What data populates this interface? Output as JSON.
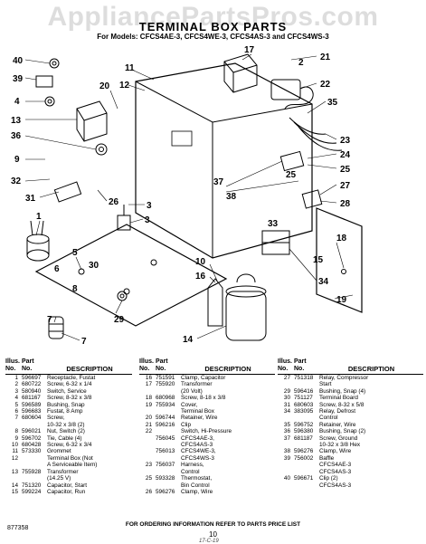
{
  "header": {
    "watermark": "AppliancePartsPros.com",
    "title": "TERMINAL BOX PARTS",
    "models": "For Models: CFCS4AE-3, CFCS4WE-3, CFCS4AS-3 and CFCS4WS-3"
  },
  "diagram": {
    "callouts": [
      "1",
      "2",
      "3",
      "4",
      "5",
      "6",
      "7",
      "8",
      "9",
      "10",
      "11",
      "12",
      "13",
      "14",
      "15",
      "16",
      "17",
      "18",
      "19",
      "20",
      "21",
      "22",
      "23",
      "24",
      "25",
      "26",
      "27",
      "28",
      "29",
      "30",
      "31",
      "32",
      "33",
      "34",
      "35",
      "36",
      "37",
      "38",
      "39",
      "40"
    ]
  },
  "table": {
    "headers": {
      "illus": "Illus.\nNo.",
      "part": "Part\nNo.",
      "description": "DESCRIPTION"
    },
    "columns": [
      [
        {
          "illus": "1",
          "part": "596697",
          "desc": "Receptacle, Fustat"
        },
        {
          "illus": "2",
          "part": "680722",
          "desc": "Screw, 6-32 x 1/4"
        },
        {
          "illus": "3",
          "part": "580940",
          "desc": "Switch, Service"
        },
        {
          "illus": "4",
          "part": "681167",
          "desc": "Screw, 8-32 x 3/8"
        },
        {
          "illus": "5",
          "part": "596589",
          "desc": "Bushing, Snap"
        },
        {
          "illus": "6",
          "part": "596683",
          "desc": "Fustat, 8 Amp"
        },
        {
          "illus": "7",
          "part": "680604",
          "desc": "Screw,\n10-32 x 3/8 (2)"
        },
        {
          "illus": "8",
          "part": "596021",
          "desc": "Nut, Switch (2)"
        },
        {
          "illus": "9",
          "part": "596702",
          "desc": "Tie, Cable (4)"
        },
        {
          "illus": "10",
          "part": "680428",
          "desc": "Screw, 6-32 x 3/4"
        },
        {
          "illus": "11",
          "part": "573330",
          "desc": "Grommet"
        },
        {
          "illus": "12",
          "part": "",
          "desc": "Terminal Box (Not\nA Serviceable Item)"
        },
        {
          "illus": "13",
          "part": "755928",
          "desc": "Transformer\n(14.25 V)"
        },
        {
          "illus": "14",
          "part": "751320",
          "desc": "Capacitor, Start"
        },
        {
          "illus": "15",
          "part": "599224",
          "desc": "Capacitor, Run"
        }
      ],
      [
        {
          "illus": "16",
          "part": "751591",
          "desc": "Clamp, Capacitor"
        },
        {
          "illus": "17",
          "part": "755920",
          "desc": "Transformer\n(20 Volt)"
        },
        {
          "illus": "18",
          "part": "680968",
          "desc": "Screw, 8-18 x 3/8"
        },
        {
          "illus": "19",
          "part": "755934",
          "desc": "Cover,\nTerminal Box"
        },
        {
          "illus": "20",
          "part": "596744",
          "desc": "Retainer, Wire"
        },
        {
          "illus": "21",
          "part": "596216",
          "desc": "Clip"
        },
        {
          "illus": "22",
          "part": "",
          "desc": "Switch, Hi-Pressure"
        },
        {
          "illus": "",
          "part": "756045",
          "desc": "CFCS4AE-3,\nCFCS4AS-3"
        },
        {
          "illus": "",
          "part": "756013",
          "desc": "CFCS4WE-3,\nCFCS4WS-3"
        },
        {
          "illus": "23",
          "part": "756037",
          "desc": "Harness,\nControl"
        },
        {
          "illus": "25",
          "part": "593328",
          "desc": "Thermostat,\nBin Control"
        },
        {
          "illus": "26",
          "part": "596276",
          "desc": "Clamp, Wire"
        }
      ],
      [
        {
          "illus": "27",
          "part": "751318",
          "desc": "Relay, Compressor\nStart"
        },
        {
          "illus": "29",
          "part": "596416",
          "desc": "Bushing, Snap (4)"
        },
        {
          "illus": "30",
          "part": "751127",
          "desc": "Terminal Board"
        },
        {
          "illus": "31",
          "part": "680603",
          "desc": "Screw, 8-32 x 5/8"
        },
        {
          "illus": "34",
          "part": "383095",
          "desc": "Relay, Defrost\nControl"
        },
        {
          "illus": "35",
          "part": "596752",
          "desc": "Retainer, Wire"
        },
        {
          "illus": "36",
          "part": "596380",
          "desc": "Bushing, Snap (2)"
        },
        {
          "illus": "37",
          "part": "681187",
          "desc": "Screw, Ground\n10-32 x 3/8 Hex"
        },
        {
          "illus": "38",
          "part": "596276",
          "desc": "Clamp, Wire"
        },
        {
          "illus": "39",
          "part": "756002",
          "desc": "Baffle\nCFCS4AE-3\nCFCS4AS-3"
        },
        {
          "illus": "40",
          "part": "596671",
          "desc": "Clip (2)\nCFCS4AS-3"
        }
      ]
    ]
  },
  "footer": {
    "note": "FOR ORDERING INFORMATION REFER TO PARTS PRICE LIST",
    "doc_number": "877358",
    "page_number": "10",
    "handwritten": "17-C-19"
  }
}
